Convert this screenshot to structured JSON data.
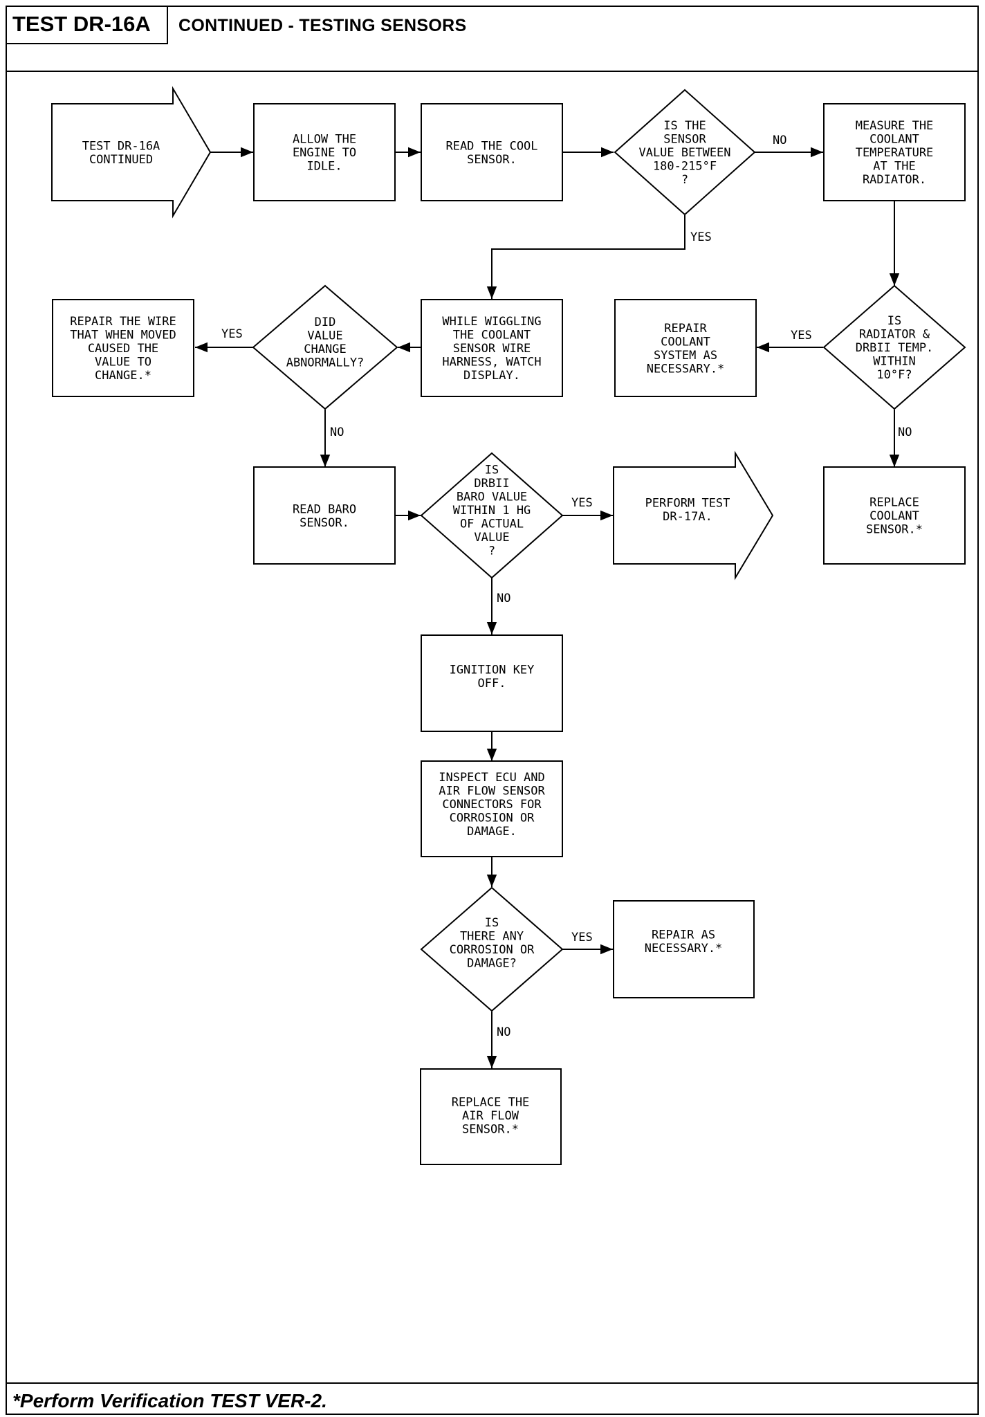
{
  "header": {
    "test_id": "TEST DR-16A",
    "title": "CONTINUED - TESTING SENSORS"
  },
  "footnote": "*Perform Verification TEST VER-2.",
  "nodes": {
    "start": [
      "TEST DR-16A",
      "CONTINUED"
    ],
    "idle": [
      "ALLOW THE",
      "ENGINE TO",
      "IDLE."
    ],
    "read_cool": [
      "READ THE COOL",
      "SENSOR."
    ],
    "q_sensor": [
      "IS THE",
      "SENSOR",
      "VALUE BETWEEN",
      "180-215°F",
      "?"
    ],
    "measure": [
      "MEASURE THE",
      "COOLANT",
      "TEMPERATURE",
      "AT THE",
      "RADIATOR."
    ],
    "wiggle": [
      "WHILE WIGGLING",
      "THE COOLANT",
      "SENSOR WIRE",
      "HARNESS, WATCH",
      "DISPLAY."
    ],
    "q_change": [
      "DID",
      "VALUE",
      "CHANGE",
      "ABNORMALLY?"
    ],
    "repair_wire": [
      "REPAIR THE WIRE",
      "THAT WHEN MOVED",
      "CAUSED THE",
      "VALUE TO",
      "CHANGE.*"
    ],
    "repair_coolant": [
      "REPAIR",
      "COOLANT",
      "SYSTEM AS",
      "NECESSARY.*"
    ],
    "q_radiator": [
      "IS",
      "RADIATOR &",
      "DRBII TEMP.",
      "WITHIN",
      "10°F?"
    ],
    "read_baro": [
      "READ BARO",
      "SENSOR."
    ],
    "q_baro": [
      "IS",
      "DRBII",
      "BARO VALUE",
      "WITHIN 1 HG",
      "OF ACTUAL",
      "VALUE",
      "?"
    ],
    "perform_17a": [
      "PERFORM TEST",
      "DR-17A."
    ],
    "replace_coolant": [
      "REPLACE",
      "COOLANT",
      "SENSOR.*"
    ],
    "ignition": [
      "IGNITION KEY",
      "OFF."
    ],
    "inspect": [
      "INSPECT ECU AND",
      "AIR FLOW SENSOR",
      "CONNECTORS FOR",
      "CORROSION OR",
      "DAMAGE."
    ],
    "q_corrosion": [
      "IS",
      "THERE ANY",
      "CORROSION OR",
      "DAMAGE?"
    ],
    "repair_nec": [
      "REPAIR AS",
      "NECESSARY.*"
    ],
    "replace_airflow": [
      "REPLACE THE",
      "AIR FLOW",
      "SENSOR.*"
    ]
  },
  "edge_labels": {
    "yes": "YES",
    "no": "NO"
  }
}
